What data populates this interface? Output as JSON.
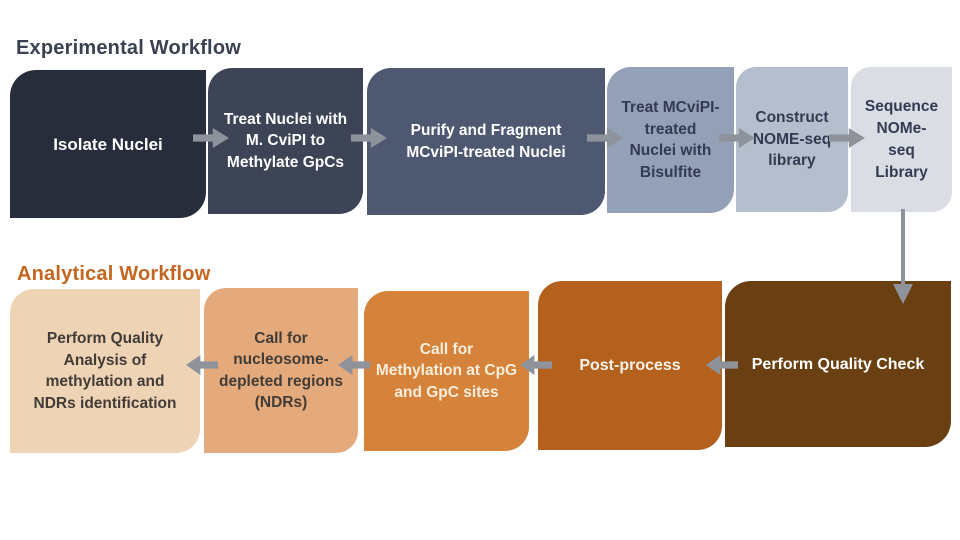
{
  "titles": {
    "experimental": {
      "text": "Experimental Workflow",
      "color": "#3a4150"
    },
    "analytical": {
      "text": "Analytical Workflow",
      "color": "#c4661f"
    }
  },
  "experimental_steps": [
    {
      "label": "Isolate Nuclei",
      "lines": [
        "Isolate Nuclei"
      ],
      "bg": "#282d3c",
      "text_color": "#ffffff"
    },
    {
      "label": "Treat Nuclei with M. CviPI to Methylate GpCs",
      "lines": [
        "Treat Nuclei with",
        "M. CviPI to",
        "Methylate GpCs"
      ],
      "bg": "#3d4456",
      "text_color": "#ffffff"
    },
    {
      "label": "Purify and Fragment MCviPI-treated Nuclei",
      "lines": [
        "Purify and Fragment",
        "MCviPI-treated Nuclei"
      ],
      "bg": "#4e5871",
      "text_color": "#ffffff"
    },
    {
      "label": "Treat MCviPI-treated Nuclei with Bisulfite",
      "lines": [
        "Treat MCviPI-",
        "treated",
        "Nuclei with",
        "Bisulfite"
      ],
      "bg": "#93a0b6",
      "text_color": "#333b52"
    },
    {
      "label": "Construct NOME-seq library",
      "lines": [
        "Construct",
        "NOME-seq",
        "library"
      ],
      "bg": "#b5becd",
      "text_color": "#333b52"
    },
    {
      "label": "Sequence NOMe-seq Library",
      "lines": [
        "Sequence",
        "NOMe-",
        "seq",
        "Library"
      ],
      "bg": "#dadde4",
      "text_color": "#333b52"
    }
  ],
  "analytical_steps": [
    {
      "label": "Perform Quality Analysis of methylation and NDRs identification",
      "lines": [
        "Perform Quality",
        "Analysis of",
        "methylation and",
        "NDRs identification"
      ],
      "bg": "#eed3b5",
      "text_color": "#413c38"
    },
    {
      "label": "Call for nucleosome-depleted regions (NDRs)",
      "lines": [
        "Call for",
        "nucleosome-",
        "depleted regions",
        "(NDRs)"
      ],
      "bg": "#e4aa7b",
      "text_color": "#413c38"
    },
    {
      "label": "Call for Methylation at CpG and GpC sites",
      "lines": [
        "Call for",
        "Methylation at CpG",
        "and GpC sites"
      ],
      "bg": "#d5823a",
      "text_color": "#f8eedd"
    },
    {
      "label": "Post-process",
      "lines": [
        "Post-process"
      ],
      "bg": "#b4611e",
      "text_color": "#f7f2ea"
    },
    {
      "label": "Perform Quality Check",
      "lines": [
        "Perform Quality Check"
      ],
      "bg": "#6a4012",
      "text_color": "#ffffff"
    }
  ],
  "arrows": {
    "color": "#8e939b"
  }
}
